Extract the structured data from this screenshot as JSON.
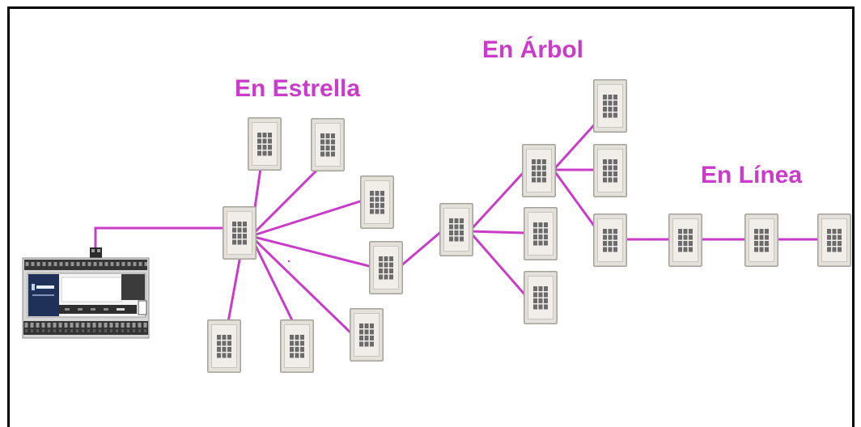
{
  "diagram": {
    "labels": {
      "star": "En Estrella",
      "tree": "En Árbol",
      "line": "En Línea"
    }
  },
  "icons": {
    "controller": "controller-icon",
    "keypad": "keypad-icon"
  },
  "colors": {
    "background": "#ffffff",
    "frame": "#000000",
    "accent": "#c83cc8",
    "keypad_frame": "#e4e0da",
    "keypad_edge": "#a4a09a",
    "keypad_face": "#f1eee9",
    "keypad_button": "#6b6b6b",
    "controller_body": "#d6d6d6",
    "controller_terminals": "#353535",
    "controller_logo_panel": "#1f3158"
  }
}
